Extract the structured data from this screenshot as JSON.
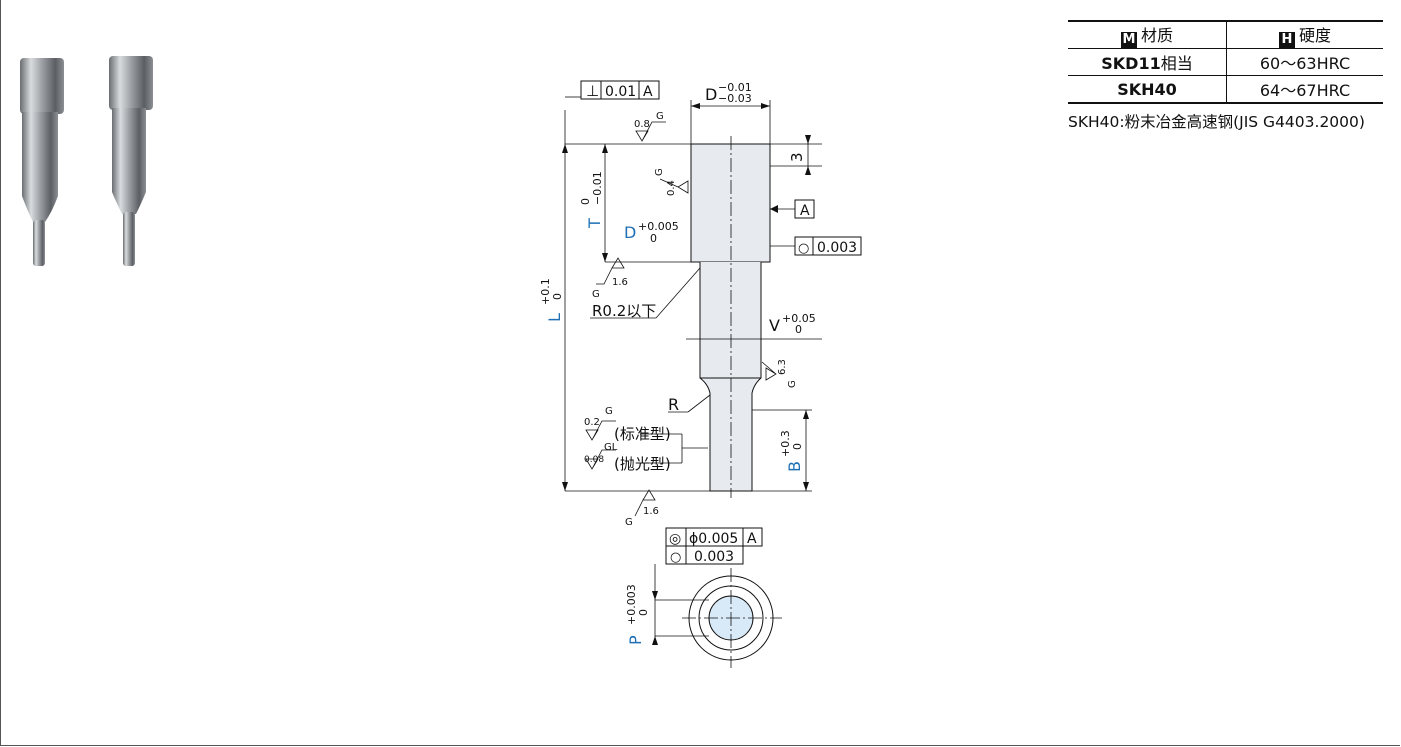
{
  "spec_table": {
    "headers": [
      {
        "badge": "M",
        "label": "材质"
      },
      {
        "badge": "H",
        "label": "硬度"
      }
    ],
    "rows": [
      {
        "material_bold": "SKD11",
        "material_suffix": "相当",
        "hardness": "60～63HRC"
      },
      {
        "material_bold": "SKH40",
        "material_suffix": "",
        "hardness": "64～67HRC"
      }
    ],
    "note": "SKH40:粉末冶金高速钢(JIS G4403.2000)"
  },
  "drawing": {
    "tol_perp": {
      "symbol": "⊥",
      "value": "0.01",
      "datum": "A"
    },
    "D_top": {
      "letter": "D",
      "upper": "−0.01",
      "lower": "−0.03"
    },
    "rough_top": {
      "value": "0.8",
      "g": "G"
    },
    "dim_3": "3",
    "rough_head": {
      "value": "0.4",
      "g": "G"
    },
    "T": {
      "letter": "T",
      "upper": "0",
      "lower": "−0.01"
    },
    "datum_A": "A",
    "D_mid": {
      "letter": "D",
      "upper": "+0.005",
      "lower": "0"
    },
    "circularity_head": {
      "symbol": "○",
      "value": "0.003"
    },
    "rough_under": {
      "value": "1.6",
      "g": "G"
    },
    "L": {
      "letter": "L",
      "upper": "+0.1",
      "lower": "0"
    },
    "r02": "R0.2以下",
    "V": {
      "letter": "V",
      "upper": "+0.05",
      "lower": "0"
    },
    "rough_shank": {
      "value": "6.3",
      "g": "G"
    },
    "R": "R",
    "rough_std": {
      "value": "0.2",
      "g": "G",
      "label": "(标准型)"
    },
    "rough_pol": {
      "value": "0.08",
      "g": "GL",
      "label": "(抛光型)"
    },
    "B": {
      "letter": "B",
      "upper": "+0.3",
      "lower": "0"
    },
    "rough_bottom": {
      "value": "1.6",
      "g": "G"
    },
    "tol_conc": {
      "symbol": "◎",
      "value": "ϕ0.005",
      "datum": "A"
    },
    "tol_circ2": {
      "symbol": "○",
      "value": "0.003"
    },
    "P": {
      "letter": "P",
      "upper": "+0.003",
      "lower": "0"
    }
  },
  "colors": {
    "dim_blue": "#1f6fb5",
    "line": "#111111",
    "part_fill": "#e7ebef",
    "end_fill": "#d8eaf7"
  }
}
